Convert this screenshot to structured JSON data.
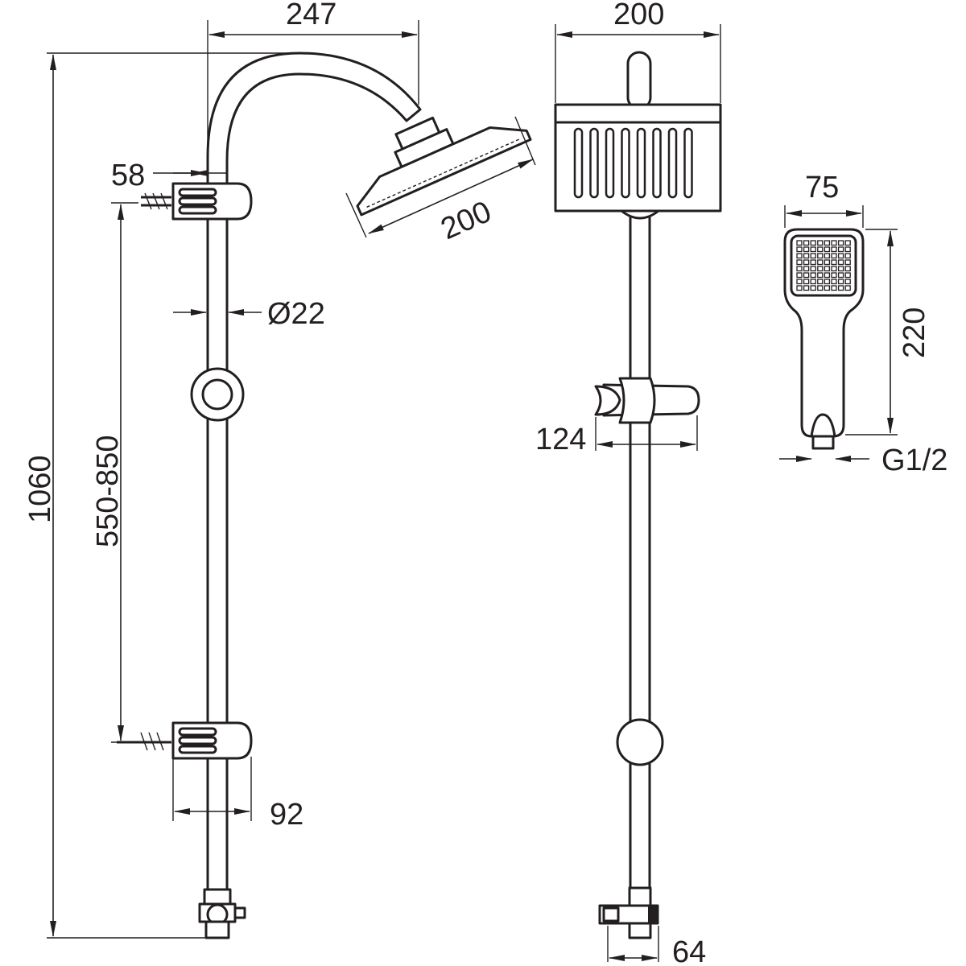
{
  "title": "Shower set technical drawing",
  "dimensions": {
    "arm_reach": "247",
    "overhead_width": "200",
    "overhead_diameter": "200",
    "clamp_offset": "58",
    "pipe_diameter": "Ø22",
    "total_height": "1060",
    "bracket_spacing": "550-850",
    "bracket_depth": "92",
    "holder_width": "124",
    "valve_width": "64",
    "handshower_width": "75",
    "handshower_length": "220",
    "thread": "G1/2"
  },
  "colors": {
    "line": "#231f20",
    "background": "#ffffff"
  }
}
